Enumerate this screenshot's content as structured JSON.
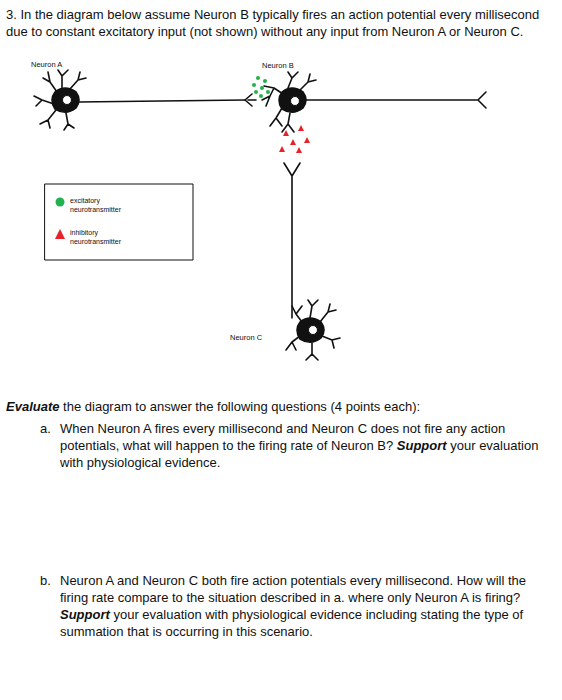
{
  "diagram": {
    "labels": [
      "3. In the diagram below assume Neuron B typically fires an action potential every millisecond due to constant excitatory input (not shown) without any input from Neuron A or Neuron C.",
      "Neuron A",
      "Neuron B",
      "Neuron C",
      "Evaluate",
      "the diagram to answer the following questions (4 points each):",
      "a.",
      "When Neuron A fires every millisecond and Neuron C does not fire any action potentials, what will happen to the firing rate of Neuron B?",
      "Support",
      "your evaluation with physiological evidence.",
      "b.",
      "Neuron A and Neuron C both fire action potentials every millisecond. How will the firing rate compare to the situation described in a. where only Neuron A is firing?",
      "Support",
      "your evaluation with physiological evidence including stating the type of summation that is occurring in this scenario."
    ],
    "legend": [
      {
        "text": "excitatory neurotransmitter",
        "color": "#22b14c"
      },
      {
        "text": "inhibitory neurotransmitter",
        "color": "#e8212a"
      }
    ]
  }
}
